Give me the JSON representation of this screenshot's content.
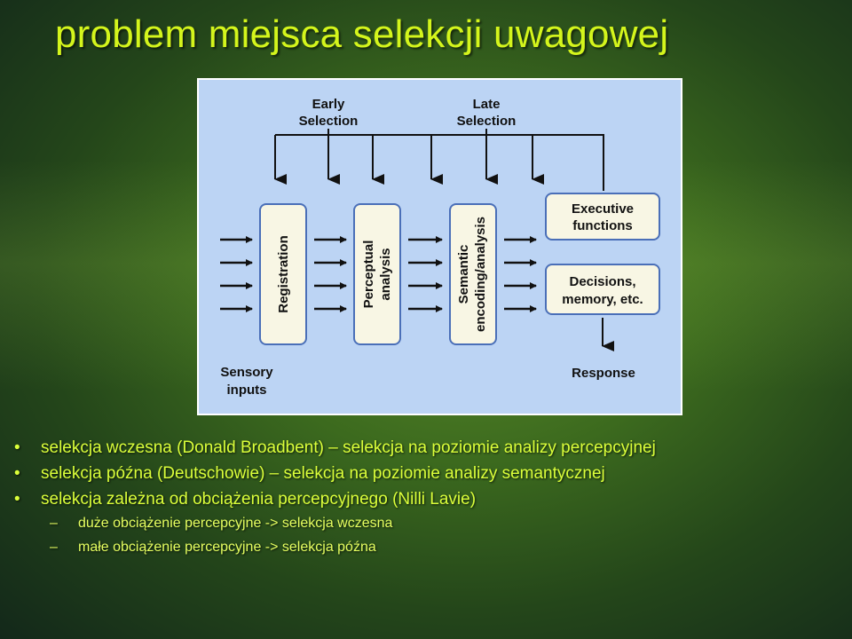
{
  "slide": {
    "title": "problem miejsca selekcji uwagowej"
  },
  "diagram": {
    "early_selection": [
      "Early",
      "Selection"
    ],
    "late_selection": [
      "Late",
      "Selection"
    ],
    "stages": {
      "registration": "Registration",
      "perceptual": [
        "Perceptual",
        "analysis"
      ],
      "semantic": [
        "Semantic",
        "encoding/analysis"
      ]
    },
    "executive": [
      "Executive",
      "functions"
    ],
    "decisions": [
      "Decisions,",
      "memory, etc."
    ],
    "sensory": [
      "Sensory",
      "inputs"
    ],
    "response": "Response"
  },
  "bullets": [
    {
      "marker": "•",
      "text": "selekcja wczesna (Donald Broadbent) – selekcja na poziomie analizy percepcyjnej"
    },
    {
      "marker": "•",
      "text": "selekcja późna (Deutschowie) – selekcja na poziomie analizy semantycznej"
    },
    {
      "marker": "•",
      "text": "selekcja zależna od obciążenia percepcyjnego (Nilli Lavie)"
    }
  ],
  "subbullets": [
    {
      "marker": "–",
      "text": "duże obciążenie percepcyjne -> selekcja wczesna"
    },
    {
      "marker": "–",
      "text": "małe obciążenie percepcyjne -> selekcja późna"
    }
  ],
  "colors": {
    "title": "#d4f51c",
    "bullet_text": "#dbff3a",
    "diagram_bg": "#bcd4f4",
    "box_fill": "#f8f6e4",
    "box_border": "#4a6fb8"
  }
}
